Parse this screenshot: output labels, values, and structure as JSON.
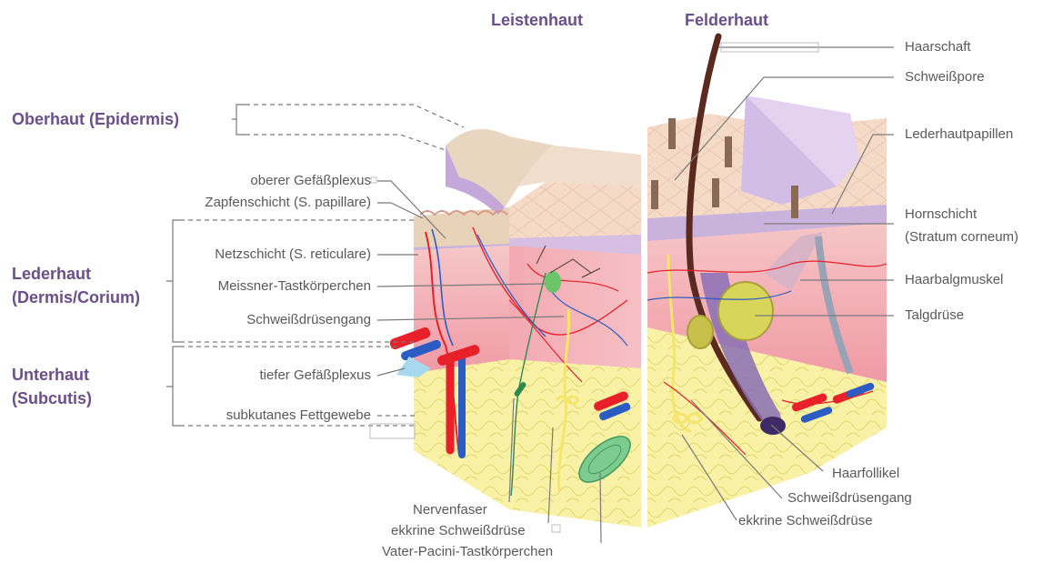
{
  "headers": {
    "left": "Leistenhaut",
    "right": "Felderhaut"
  },
  "regions": {
    "epidermis": "Oberhaut (Epidermis)",
    "dermis_line1": "Lederhaut",
    "dermis_line2": "(Dermis/Corium)",
    "subcutis_line1": "Unterhaut",
    "subcutis_line2": "(Subcutis)"
  },
  "left_labels": [
    "oberer Gefäßplexus",
    "Zapfenschicht (S. papillare)",
    "Netzschicht (S. reticulare)",
    "Meissner-Tastkörperchen",
    "Schweißdrüsengang",
    "tiefer Gefäßplexus",
    "subkutanes Fettgewebe"
  ],
  "bottom_labels": [
    "Nervenfaser",
    "ekkrine Schweißdrüse",
    "Vater-Pacini-Tastkörperchen"
  ],
  "right_labels": [
    "Haarschaft",
    "Schweißpore",
    "Lederhautpapillen",
    "Hornschicht",
    "(Stratum corneum)",
    "Haarbalgmuskel",
    "Talgdrüse"
  ],
  "lower_right_labels": [
    "Haarfollikel",
    "Schweißdrüsengang",
    "ekkrine Schweißdrüse"
  ],
  "colors": {
    "title": "#6b4f8a",
    "label": "#595959",
    "epidermis": "#c9b3dd",
    "stratum_corneum": "#f3dccb",
    "dermis": "#f4b6bd",
    "subcutis": "#f7ef9c",
    "artery": "#e8202a",
    "vein": "#2b5cc4",
    "hair": "#5a2a20"
  }
}
